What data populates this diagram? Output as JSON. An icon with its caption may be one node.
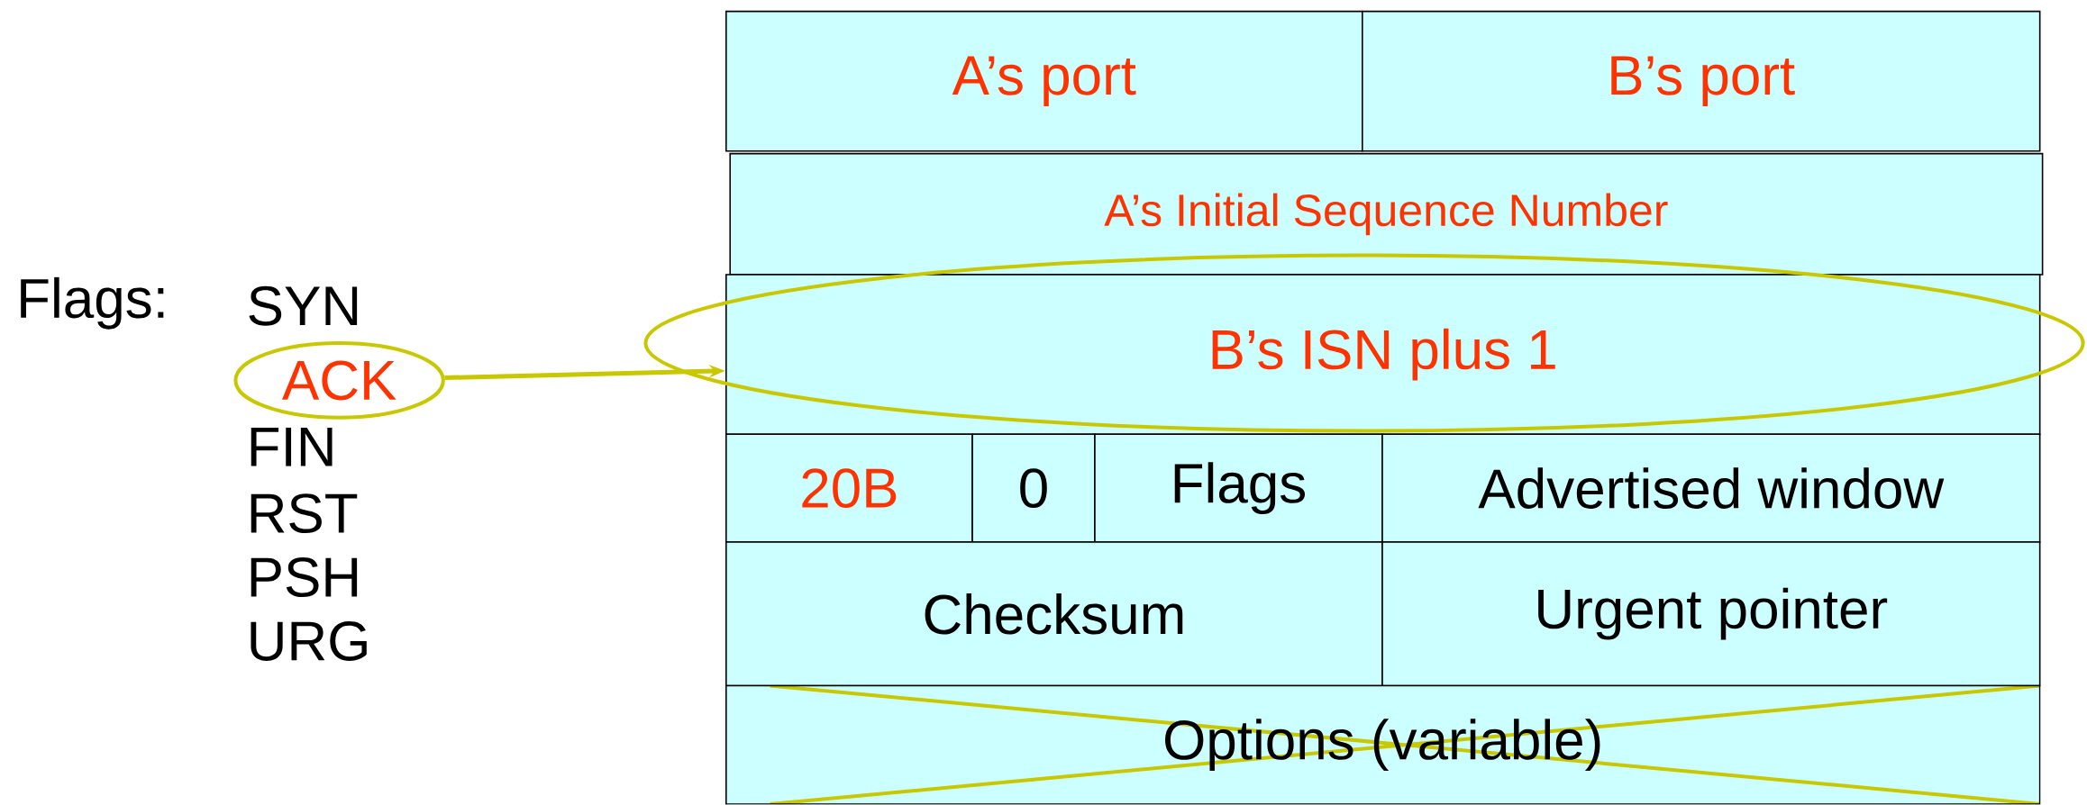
{
  "diagram": {
    "nodes": [
      {
        "text": [
          "A’s port"
        ]
      },
      {
        "text": [
          "B’s port"
        ]
      },
      {
        "text": [
          "A’s Initial Sequence Number"
        ]
      },
      {
        "text": [
          "B’s ISN plus 1"
        ]
      },
      {
        "text": [
          "20B"
        ]
      },
      {
        "text": [
          "0"
        ]
      },
      {
        "text": [
          "Flags"
        ]
      },
      {
        "text": [
          "Advertised window"
        ]
      },
      {
        "text": [
          "Checksum"
        ]
      },
      {
        "text": [
          "Urgent pointer"
        ]
      },
      {
        "text": [
          "Options (variable)"
        ]
      },
      {
        "text": [
          "ACK"
        ]
      }
    ],
    "edges": [
      {
        "from": 11,
        "to": 3,
        "arrow": "to"
      }
    ],
    "labels": [
      "Flags:",
      "SYN",
      "FIN",
      "RST",
      "PSH",
      "URG"
    ]
  }
}
